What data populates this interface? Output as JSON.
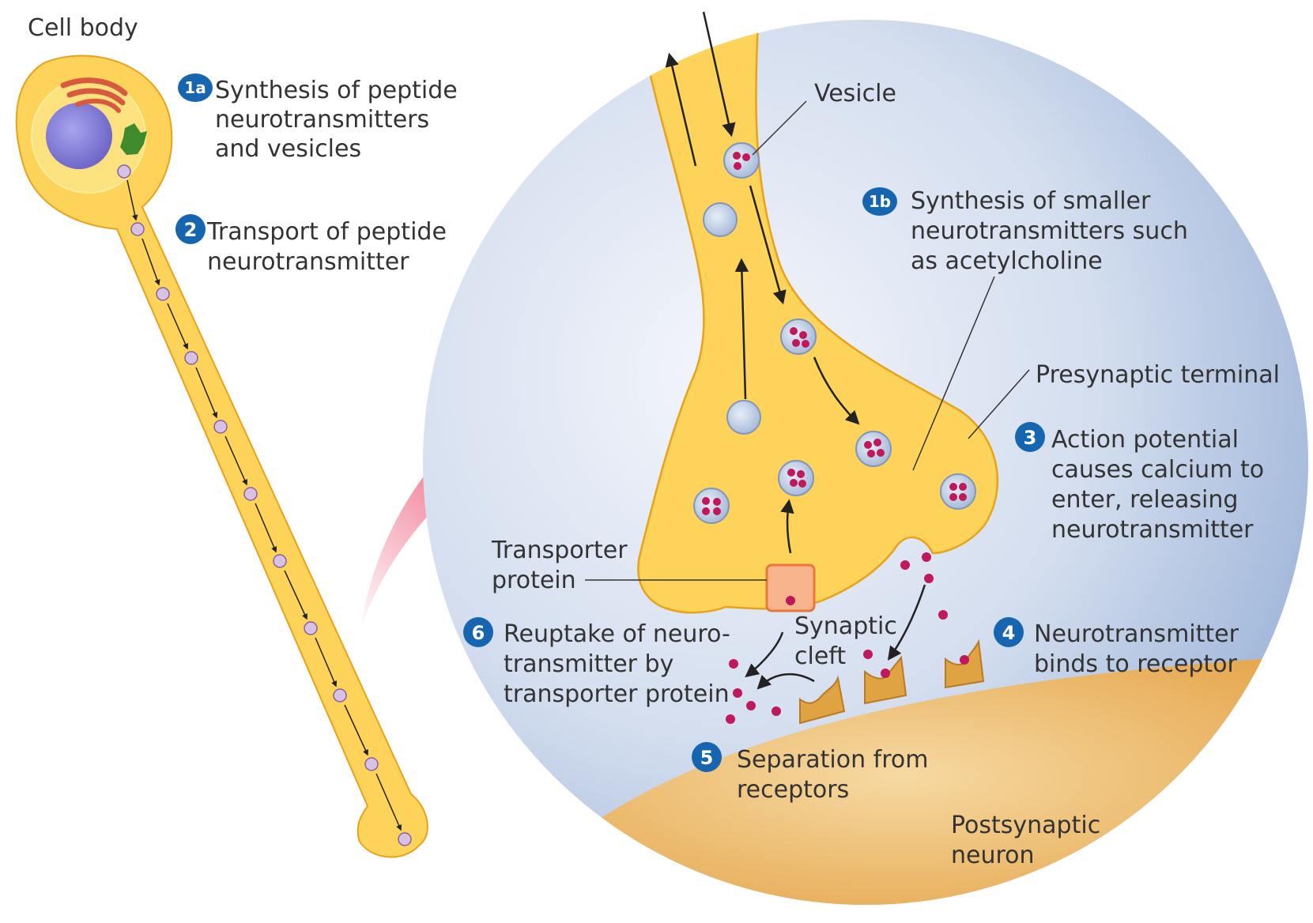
{
  "labels": {
    "cell_body": "Cell body",
    "step_1a_badge": "1a",
    "step_1a_lines": [
      "Synthesis of peptide",
      "neurotransmitters",
      "and vesicles"
    ],
    "step_2_badge": "2",
    "step_2_lines": [
      "Transport of peptide",
      "neurotransmitter"
    ],
    "vesicle": "Vesicle",
    "step_1b_badge": "1b",
    "step_1b_lines": [
      "Synthesis of smaller",
      "neurotransmitters such",
      "as acetylcholine"
    ],
    "presynaptic_terminal": "Presynaptic terminal",
    "step_3_badge": "3",
    "step_3_lines": [
      "Action potential",
      "causes calcium to",
      "enter, releasing",
      "neurotransmitter"
    ],
    "transporter_protein_lines": [
      "Transporter",
      "protein"
    ],
    "synaptic_cleft_lines": [
      "Synaptic",
      "cleft"
    ],
    "step_4_badge": "4",
    "step_4_lines": [
      "Neurotransmitter",
      "binds to receptor"
    ],
    "step_6_badge": "6",
    "step_6_lines": [
      "Reuptake of neuro-",
      "transmitter by",
      "transporter protein"
    ],
    "step_5_badge": "5",
    "step_5_lines": [
      "Separation from",
      "receptors"
    ],
    "postsynaptic_neuron_lines": [
      "Postsynaptic",
      "neuron"
    ]
  },
  "colors": {
    "badge_blue": "#1565b0",
    "neuron_yellow": "#fdd35a",
    "neuron_outline": "#e8a21c",
    "circle_bg": "#b9c9e3",
    "postsynaptic": "#e9b264",
    "neurotransmitter": "#c0185a",
    "arrow_red": "#e3163f"
  }
}
